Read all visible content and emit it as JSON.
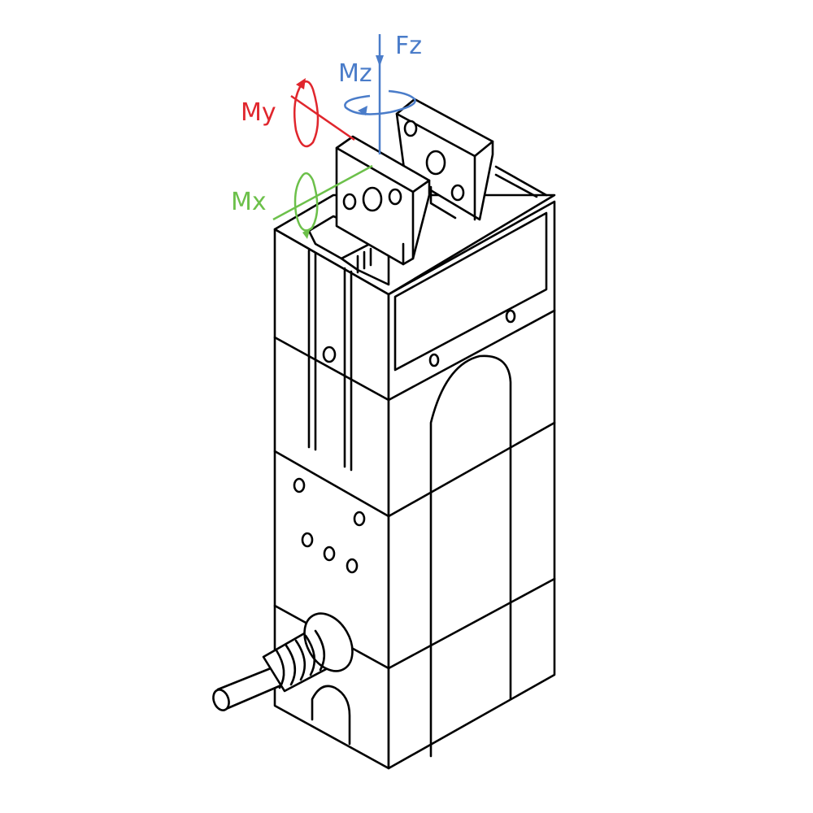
{
  "labels": {
    "fz": "Fz",
    "mz": "Mz",
    "my": "My",
    "mx": "Mx"
  },
  "colors": {
    "fz": "#4a7cc9",
    "mz": "#4a7cc9",
    "my": "#e0262d",
    "mx": "#6cc04a",
    "line": "#000000"
  }
}
